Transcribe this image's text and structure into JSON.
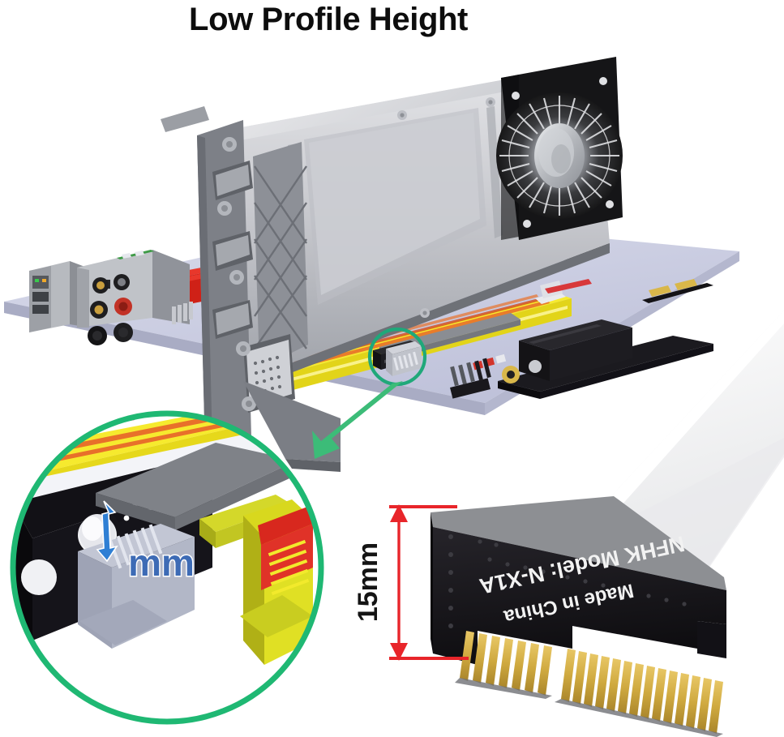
{
  "page": {
    "title": "Low Profile Height",
    "background_color": "#ffffff"
  },
  "colors": {
    "title_text": "#0d0d0d",
    "callout_circle": "#1fb873",
    "callout_arrow": "#3cbc78",
    "dimension_red": "#e8252a",
    "mm_label_blue": "#3d6bb5",
    "pcb_black": "#17161a",
    "gold_finger": "#d8b24a",
    "ribbon_white": "#f4f4f4",
    "ribbon_blue": "#2f9ae0",
    "pcie_slot_yellow": "#f2e419",
    "dimm_slot_red": "#d32015",
    "motherboard_plate": "#c9cbe0",
    "gpu_shroud_light": "#d4d5d8",
    "gpu_shroud_mid": "#9a9da3",
    "gpu_bracket": "#7d8088",
    "fan_black": "#151515"
  },
  "annotations": {
    "height_dimension_label": "15mm",
    "inset_measure_label": "mm"
  },
  "pcb_markings": {
    "model_line": "NFHK Model: N-X1A",
    "origin_line": "Made in China"
  },
  "scene": {
    "main_illustration_name": "low-profile-gpu-on-motherboard-with-riser",
    "inset_name": "zoomed-slot-clearance-detail",
    "product_name": "pcie-x1-riser-adapter-with-ribbon-cable"
  },
  "gold_fingers": {
    "short_group_count": 7,
    "long_group_count": 14
  }
}
